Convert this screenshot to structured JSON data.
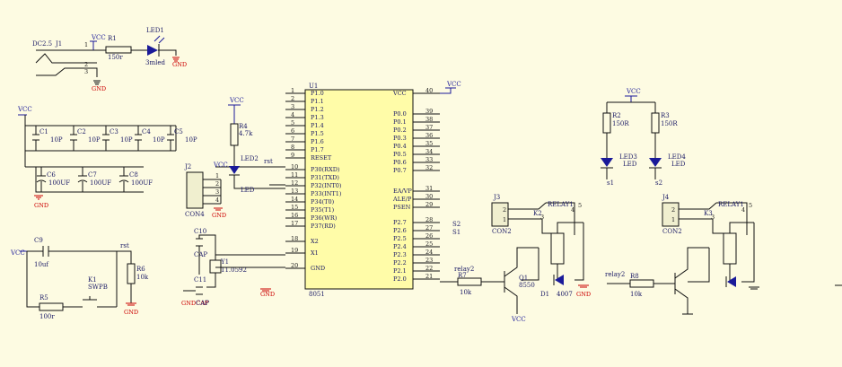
{
  "power": {
    "vcc": "VCC",
    "gnd": "GND",
    "gndcap": "GNDCAP"
  },
  "dc_jack": {
    "part": "DC2.5",
    "ref": "J1",
    "pin1": "1",
    "pin2": "2",
    "pin3": "3"
  },
  "r1": {
    "ref": "R1",
    "value": "150r"
  },
  "led1": {
    "ref": "LED1",
    "value": "3mled"
  },
  "caps_small": [
    {
      "ref": "C1",
      "value": "10P"
    },
    {
      "ref": "C2",
      "value": "10P"
    },
    {
      "ref": "C3",
      "value": "10P"
    },
    {
      "ref": "C4",
      "value": "10P"
    },
    {
      "ref": "C5",
      "value": "10P"
    }
  ],
  "caps_big": [
    {
      "ref": "C6",
      "value": "100UF"
    },
    {
      "ref": "C7",
      "value": "100UF"
    },
    {
      "ref": "C8",
      "value": "100UF"
    }
  ],
  "r4": {
    "ref": "R4",
    "value": "4.7k"
  },
  "led2": {
    "ref": "LED2",
    "label": "LED"
  },
  "j2": {
    "ref": "J2",
    "part": "CON4",
    "pins": [
      "1",
      "2",
      "3",
      "4"
    ]
  },
  "u1": {
    "ref": "U1",
    "part": "8051",
    "left_pins": [
      {
        "num": "1",
        "name": "P1.0"
      },
      {
        "num": "2",
        "name": "P1.1"
      },
      {
        "num": "3",
        "name": "P1.2"
      },
      {
        "num": "4",
        "name": "P1.3"
      },
      {
        "num": "5",
        "name": "P1.4"
      },
      {
        "num": "6",
        "name": "P1.5"
      },
      {
        "num": "7",
        "name": "P1.6"
      },
      {
        "num": "8",
        "name": "P1.7"
      },
      {
        "num": "9",
        "name": "RESET"
      },
      {
        "num": "10",
        "name": "P30(RXD)"
      },
      {
        "num": "11",
        "name": "P31(TXD)"
      },
      {
        "num": "12",
        "name": "P32(INT0)"
      },
      {
        "num": "13",
        "name": "P33(INT1)"
      },
      {
        "num": "14",
        "name": "P34(T0)"
      },
      {
        "num": "15",
        "name": "P35(T1)"
      },
      {
        "num": "16",
        "name": "P36(WR)"
      },
      {
        "num": "17",
        "name": "P37(RD)"
      },
      {
        "num": "18",
        "name": "X2"
      },
      {
        "num": "19",
        "name": "X1"
      },
      {
        "num": "20",
        "name": "GND"
      }
    ],
    "right_pins": [
      {
        "num": "40",
        "name": "VCC"
      },
      {
        "num": "39",
        "name": "P0.0"
      },
      {
        "num": "38",
        "name": "P0.1"
      },
      {
        "num": "37",
        "name": "P0.2"
      },
      {
        "num": "36",
        "name": "P0.3"
      },
      {
        "num": "35",
        "name": "P0.4"
      },
      {
        "num": "34",
        "name": "P0.5"
      },
      {
        "num": "33",
        "name": "P0.6"
      },
      {
        "num": "32",
        "name": "P0.7"
      },
      {
        "num": "31",
        "name": "EA/VP"
      },
      {
        "num": "30",
        "name": "ALE/P"
      },
      {
        "num": "29",
        "name": "PSEN"
      },
      {
        "num": "28",
        "name": "P2.7"
      },
      {
        "num": "27",
        "name": "P2.6"
      },
      {
        "num": "26",
        "name": "P2.5"
      },
      {
        "num": "25",
        "name": "P2.4"
      },
      {
        "num": "24",
        "name": "P2.3"
      },
      {
        "num": "23",
        "name": "P2.2"
      },
      {
        "num": "22",
        "name": "P2.1"
      },
      {
        "num": "21",
        "name": "P2.0"
      }
    ],
    "net_rst": "rst",
    "net_s1": "S1",
    "net_s2": "S2"
  },
  "crystal": {
    "ref": "Y1",
    "value": "11.0592",
    "c10": "C10",
    "c11": "C11",
    "cap": "CAP"
  },
  "reset": {
    "c9": "C9",
    "c9_val": "10uf",
    "r6": "R6",
    "r6_val": "10k",
    "r5": "R5",
    "r5_val": "100r",
    "k1": "K1",
    "k1_part": "SWPB",
    "net_rst": "rst"
  },
  "leds_right": {
    "r2": "R2",
    "r2_val": "150R",
    "r3": "R3",
    "r3_val": "150R",
    "led3": "LED3",
    "led4": "LED4",
    "led_label": "LED",
    "s1": "s1",
    "s2": "s2"
  },
  "relay1": {
    "j3": "J3",
    "con": "CON2",
    "pin1": "1",
    "pin2": "2",
    "k": "K2",
    "relay": "RELAY1",
    "pins": [
      "3",
      "4",
      "5"
    ],
    "r7": "R7",
    "r7_val": "10k",
    "net": "relay2",
    "q1": "Q1",
    "q1_part": "8550",
    "d1": "D1",
    "d1_part": "4007"
  },
  "relay2": {
    "j4": "J4",
    "con": "CON2",
    "pin1": "1",
    "pin2": "2",
    "k": "K3",
    "relay": "RELAY1",
    "pins": [
      "3",
      "4",
      "5"
    ],
    "r8": "R8",
    "r8_val": "10k",
    "net": "relay2"
  }
}
